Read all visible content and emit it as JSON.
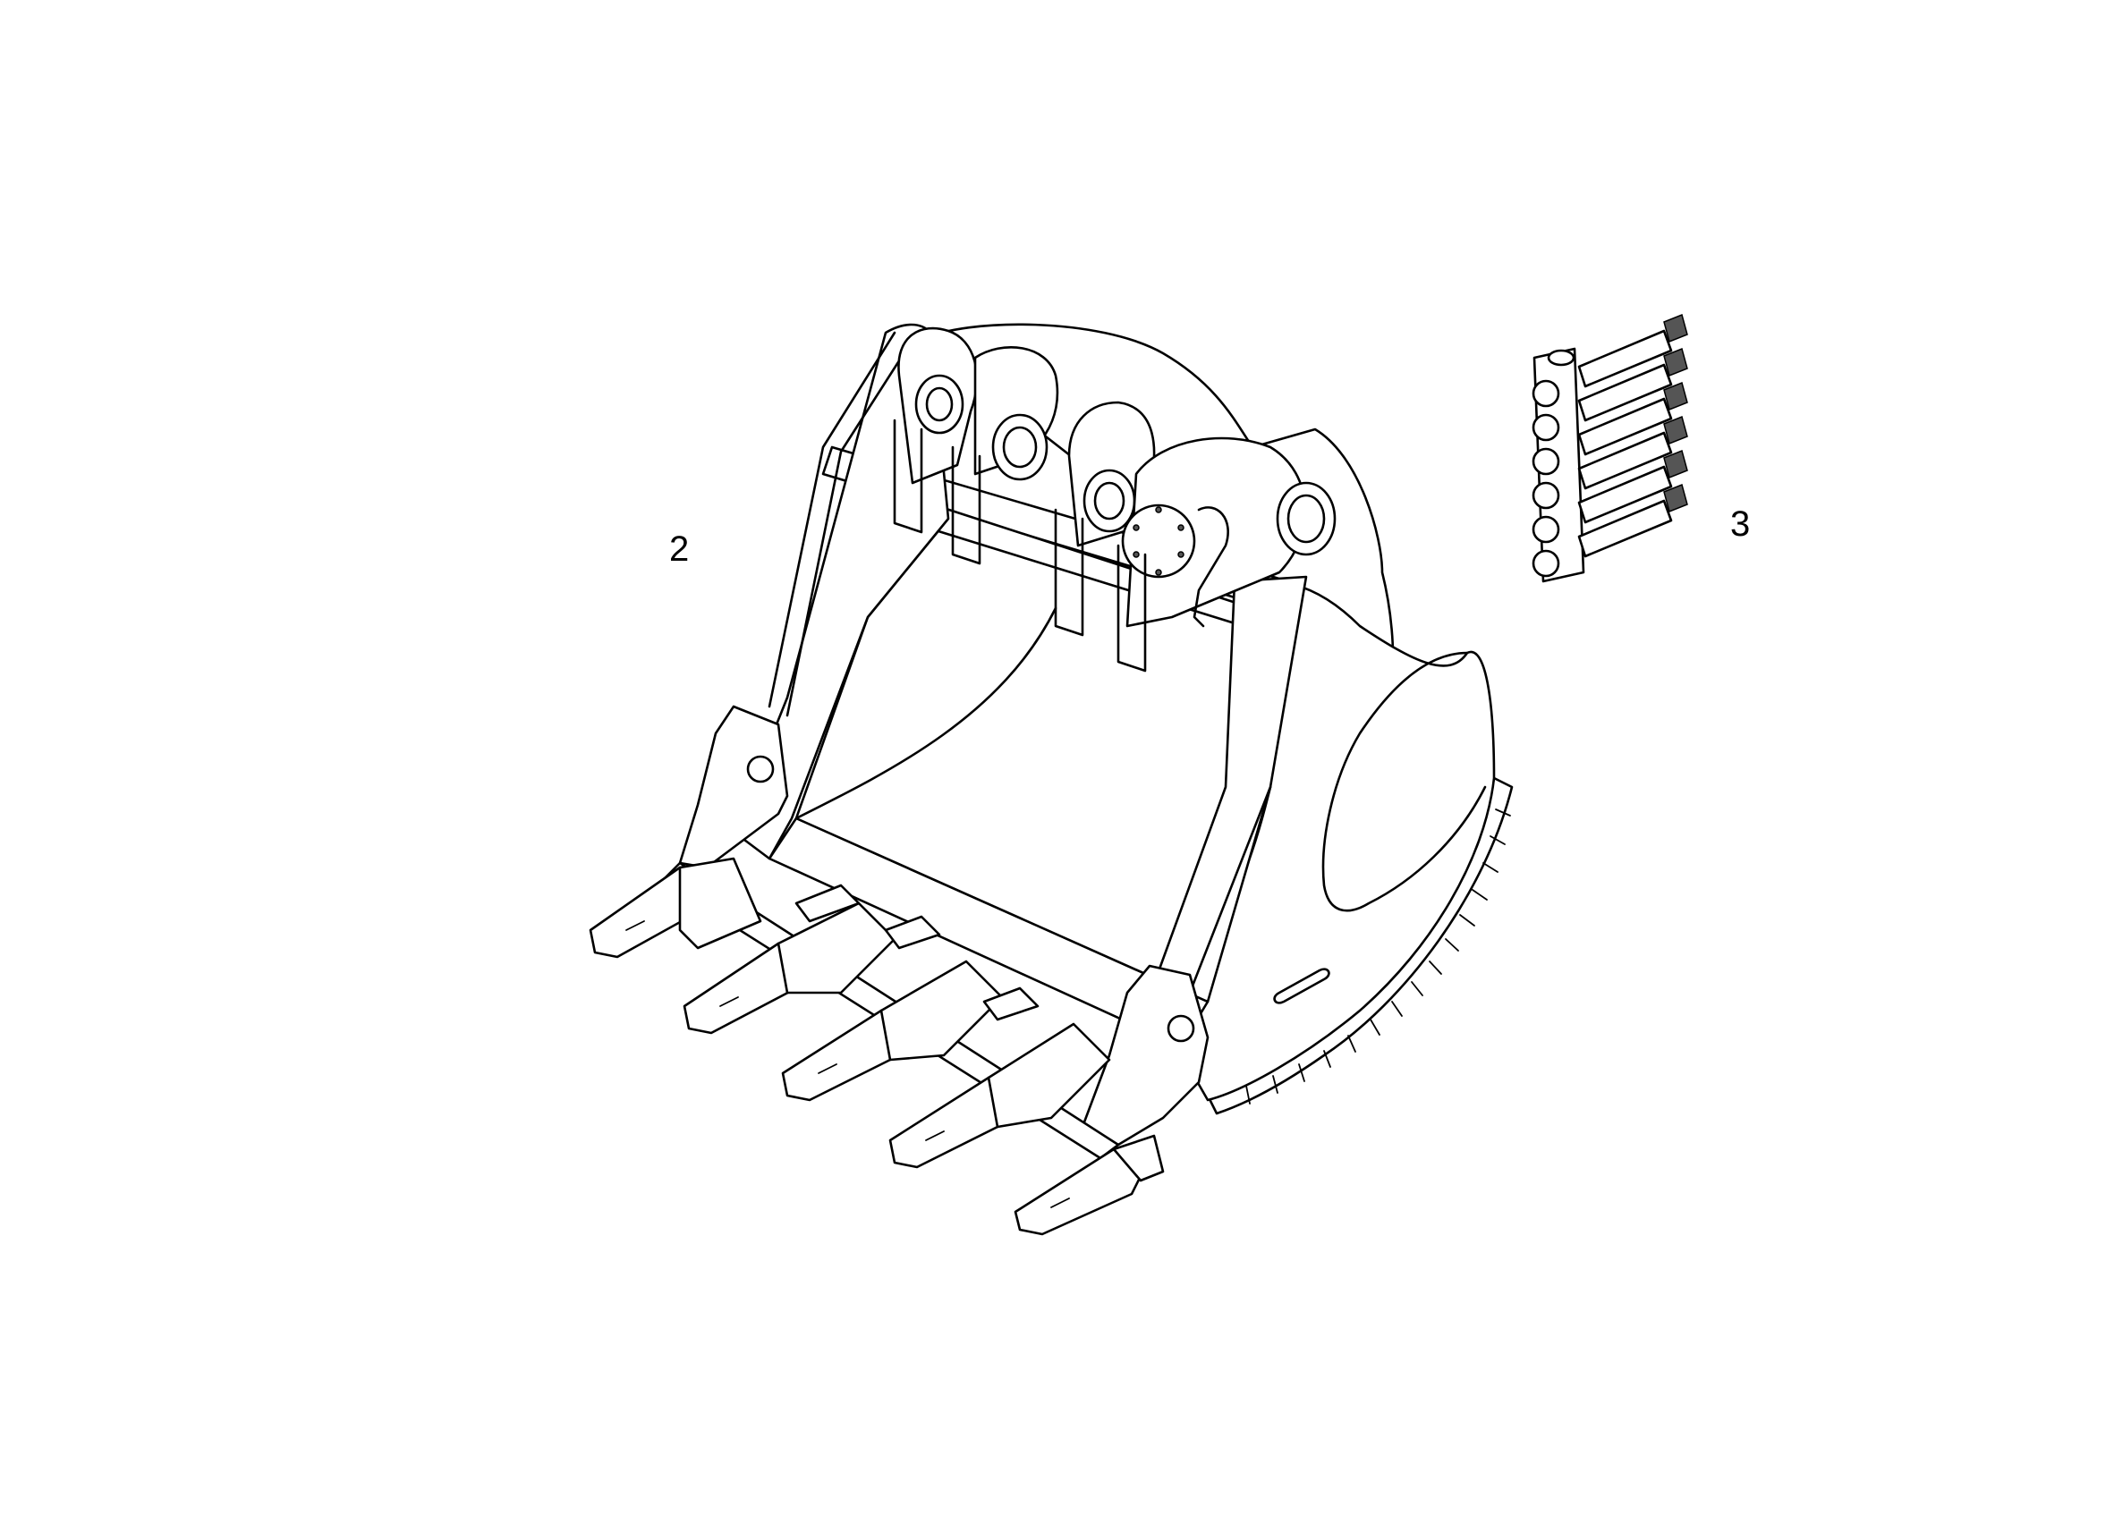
{
  "callouts": [
    {
      "id": "2",
      "text": "2"
    },
    {
      "id": "3",
      "text": "3"
    }
  ],
  "colors": {
    "line": "#000000",
    "background": "#ffffff"
  }
}
